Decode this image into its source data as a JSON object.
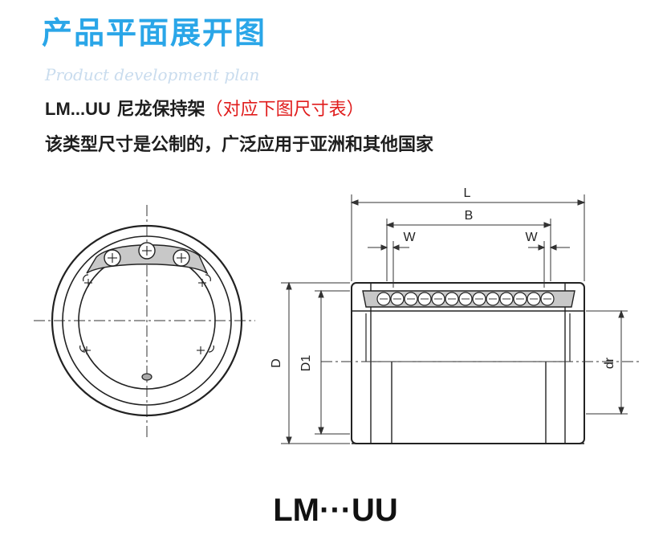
{
  "header": {
    "title": "产品平面展开图",
    "subtitle": "Product development plan"
  },
  "description": {
    "model": "LM...UU",
    "cage": " 尼龙保持架",
    "note": "（对应下图尺寸表）",
    "line2": "该类型尺寸是公制的，广泛应用于亚洲和其他国家"
  },
  "dimensions": {
    "L": "L",
    "B": "B",
    "W_left": "W",
    "W_right": "W",
    "D": "D",
    "D1": "D1",
    "dr": "dr"
  },
  "caption": "LM···UU",
  "colors": {
    "title_blue": "#2aa6e8",
    "note_red": "#e01c1c",
    "cage_gray": "#c8c8c8"
  }
}
